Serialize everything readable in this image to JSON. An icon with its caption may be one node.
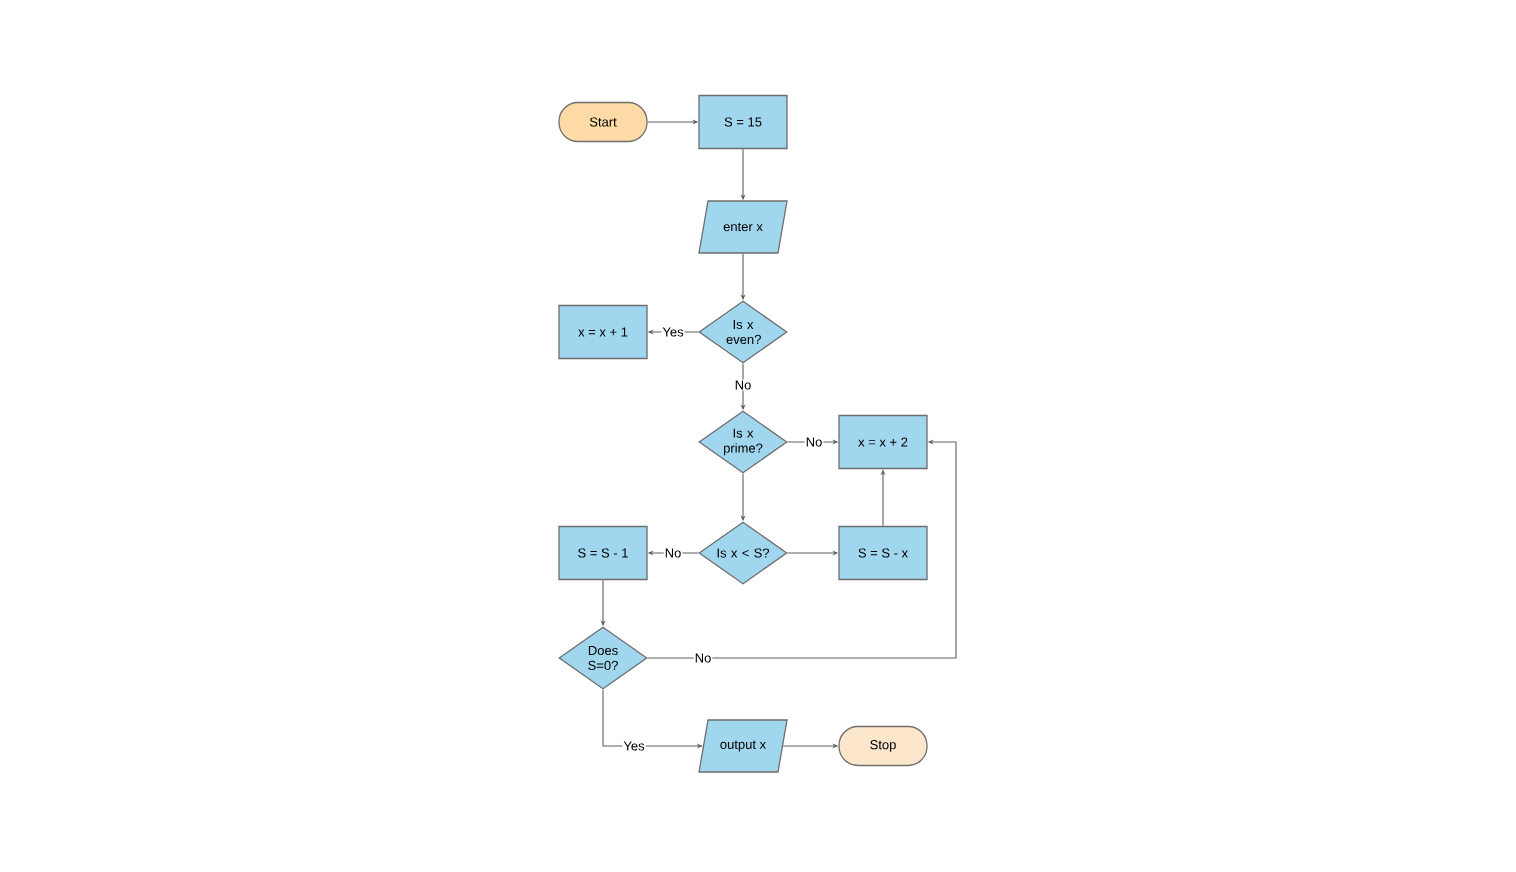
{
  "diagram": {
    "nodes": [
      {
        "text": [
          "Start"
        ]
      },
      {
        "text": [
          "S = 15"
        ]
      },
      {
        "text": [
          "enter x"
        ]
      },
      {
        "text": [
          "Is x even?"
        ]
      },
      {
        "text": [
          "x = x + 1"
        ]
      },
      {
        "text": [
          "Is x prime?"
        ]
      },
      {
        "text": [
          "x = x + 2"
        ]
      },
      {
        "text": [
          "Is x < S?"
        ]
      },
      {
        "text": [
          "S = S - 1"
        ]
      },
      {
        "text": [
          "S = S - x"
        ]
      },
      {
        "text": [
          "Does S=0?"
        ]
      },
      {
        "text": [
          "output x"
        ]
      },
      {
        "text": [
          "Stop"
        ]
      }
    ],
    "edges": [
      {
        "from": 0,
        "to": 1,
        "arrow": "to"
      },
      {
        "from": 1,
        "to": 2,
        "arrow": "to"
      },
      {
        "from": 2,
        "to": 3,
        "arrow": "to"
      },
      {
        "from": 3,
        "to": 4,
        "arrow": "to",
        "label": "Yes"
      },
      {
        "from": 3,
        "to": 5,
        "arrow": "to",
        "label": "No"
      },
      {
        "from": 5,
        "to": 6,
        "arrow": "to",
        "label": "No"
      },
      {
        "from": 5,
        "to": 7,
        "arrow": "to"
      },
      {
        "from": 7,
        "to": 8,
        "arrow": "to",
        "label": "No"
      },
      {
        "from": 7,
        "to": 9,
        "arrow": "to"
      },
      {
        "from": 9,
        "to": 6,
        "arrow": "to"
      },
      {
        "from": 8,
        "to": 10,
        "arrow": "to"
      },
      {
        "from": 10,
        "to": 6,
        "arrow": "to",
        "label": "No"
      },
      {
        "from": 10,
        "to": 11,
        "arrow": "to",
        "label": "Yes"
      },
      {
        "from": 11,
        "to": 12,
        "arrow": "to"
      }
    ]
  }
}
